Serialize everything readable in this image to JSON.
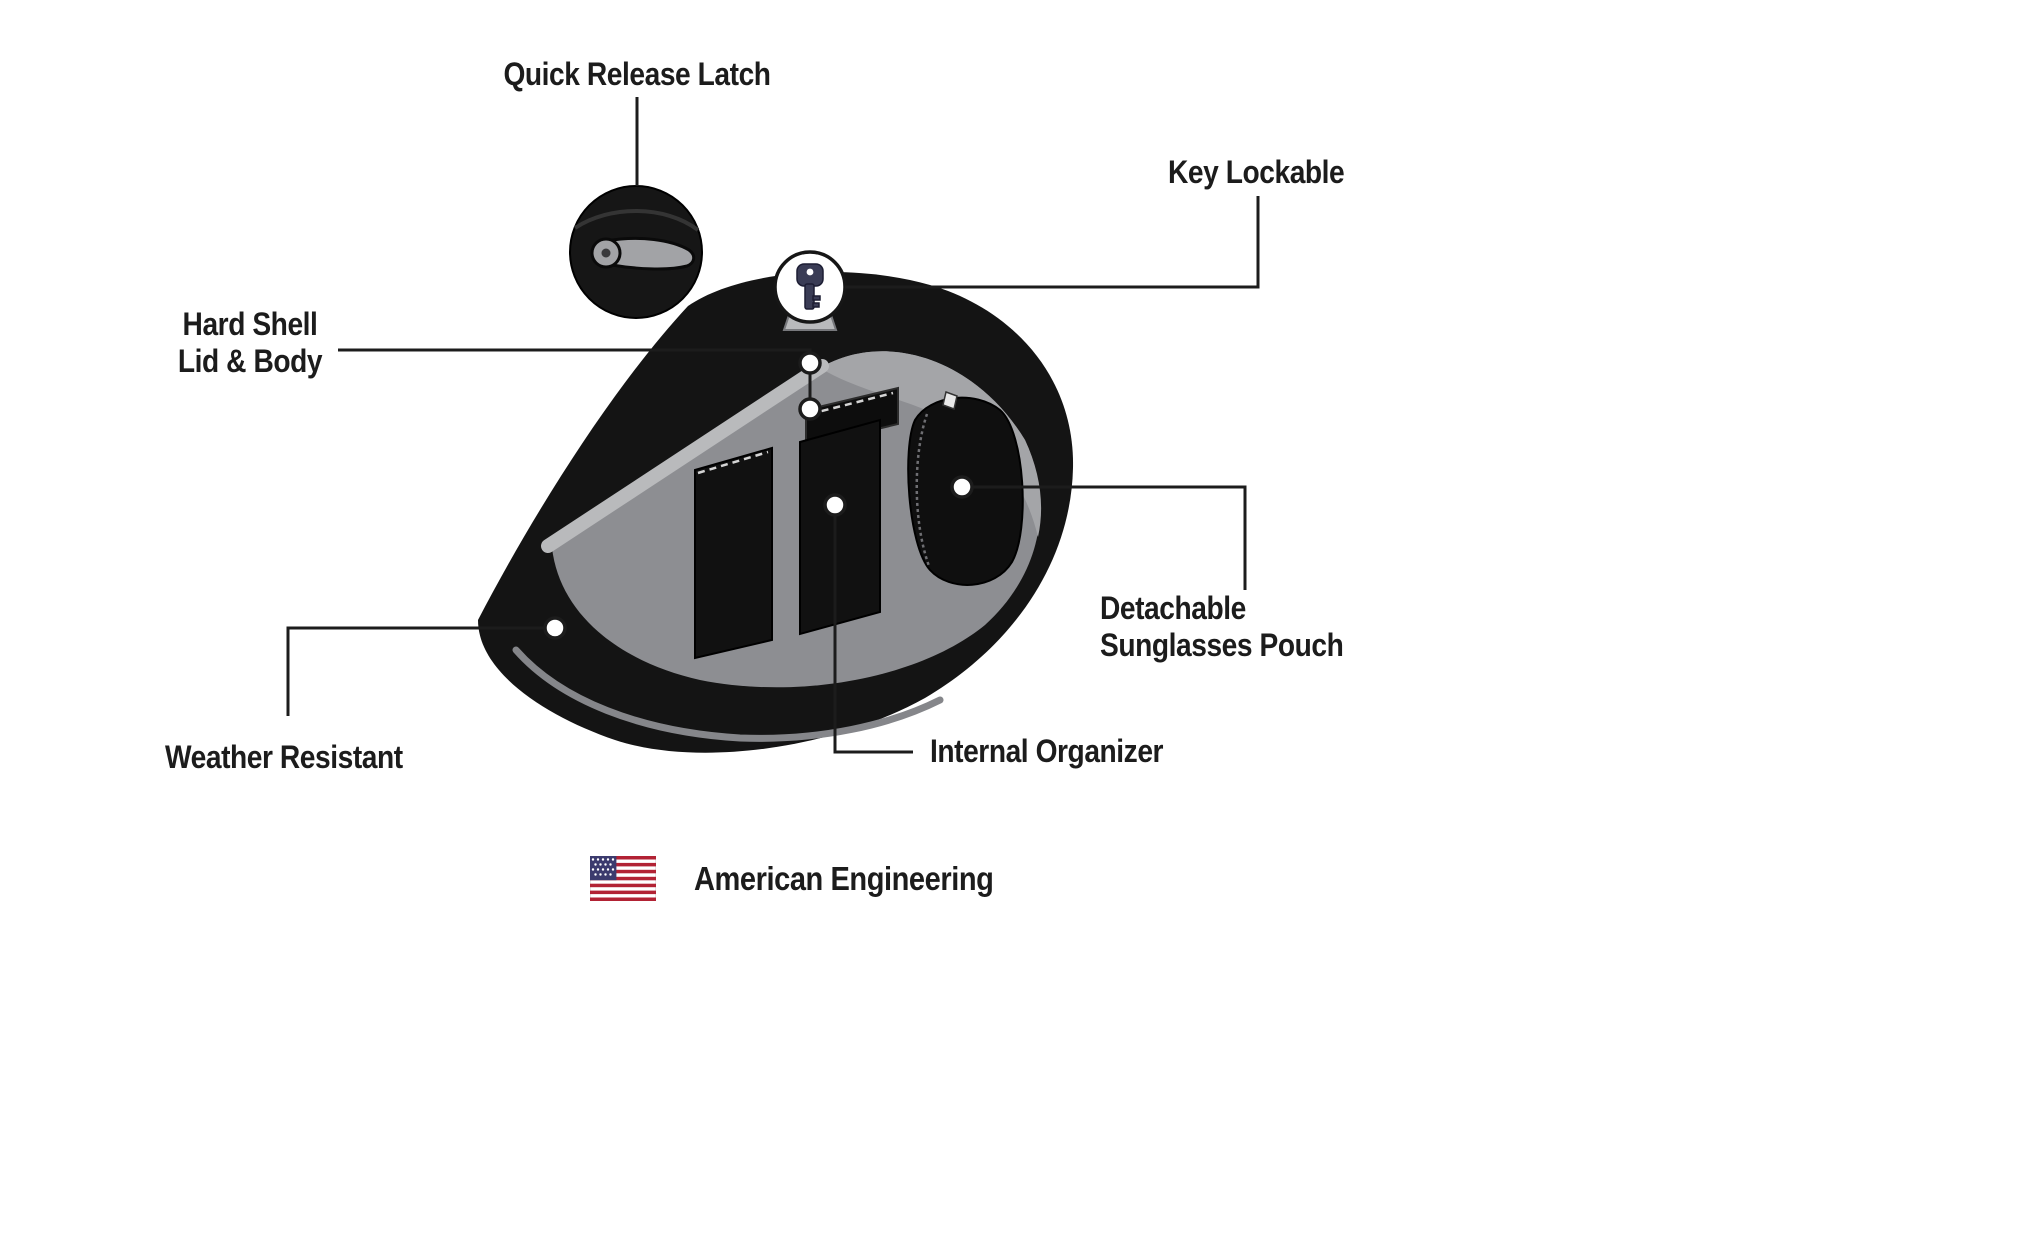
{
  "colors": {
    "background": "#ffffff",
    "text": "#1c1c1c",
    "callout_line": "#1c1c1c",
    "bag_black": "#141414",
    "interior_gray": "#8d8e92",
    "rim_gray": "#b9babc",
    "trim_gray": "#85868a",
    "flag_red": "#b22234",
    "flag_blue": "#3c3b6e"
  },
  "callouts": {
    "quick_release_latch": {
      "label": "Quick Release Latch",
      "icon": "latch-closeup-icon"
    },
    "key_lockable": {
      "label": "Key Lockable",
      "icon": "key-lock-icon"
    },
    "hard_shell": {
      "line1": "Hard Shell",
      "line2": "Lid & Body"
    },
    "detachable_pouch": {
      "line1": "Detachable",
      "line2": "Sunglasses Pouch"
    },
    "weather_resistant": {
      "label": "Weather Resistant"
    },
    "internal_organizer": {
      "label": "Internal Organizer"
    }
  },
  "footer": {
    "tagline": "American Engineering",
    "flag": "us-flag-icon"
  }
}
